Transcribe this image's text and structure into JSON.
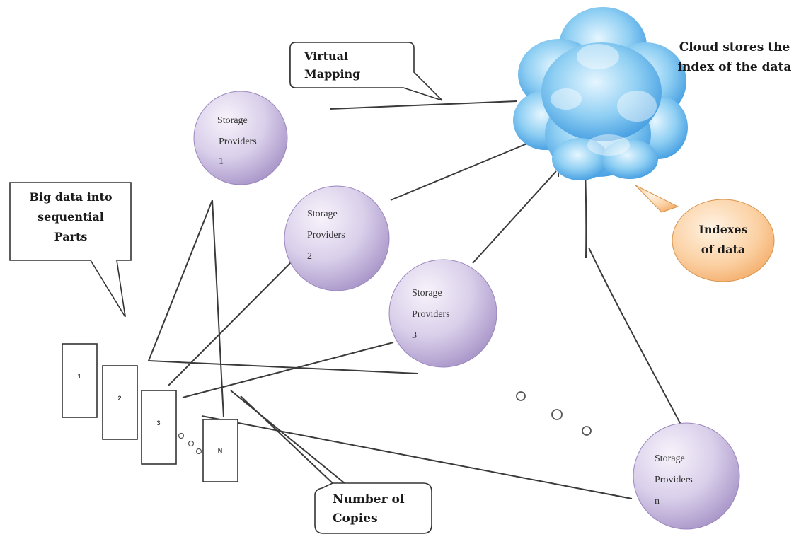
{
  "cloud": {
    "label_line1": "Cloud stores the",
    "label_line2": "index of the data",
    "color_light": "#d6f1ff",
    "color_mid": "#7cc4ee",
    "color_dark": "#2a86d6"
  },
  "callouts": {
    "virtual_mapping": {
      "line1": "Virtual",
      "line2": "Mapping"
    },
    "big_data": {
      "line1": "Big data into",
      "line2": "sequential",
      "line3": "Parts"
    },
    "number_of_copies": {
      "line1": "Number of",
      "line2": "Copies"
    },
    "indexes": {
      "line1": "Indexes",
      "line2": "of data",
      "color": "#f9c48e"
    }
  },
  "storage_providers": [
    {
      "line1": "Storage",
      "line2": "Providers",
      "line3": "1"
    },
    {
      "line1": "Storage",
      "line2": "Providers",
      "line3": "2"
    },
    {
      "line1": "Storage",
      "line2": "Providers",
      "line3": "3"
    },
    {
      "line1": "Storage",
      "line2": "Providers",
      "line3": "n"
    }
  ],
  "provider_color": "#c7b8e0",
  "data_parts": [
    "1",
    "2",
    "3",
    "N"
  ]
}
